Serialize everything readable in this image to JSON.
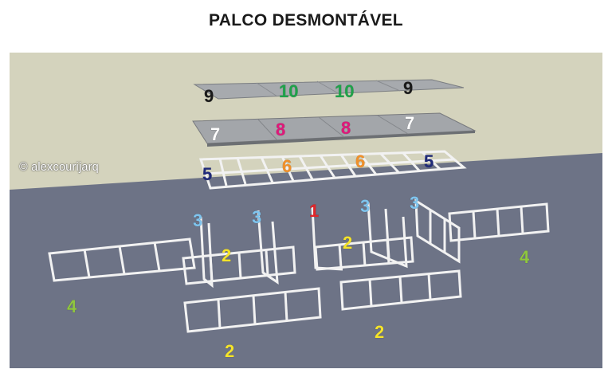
{
  "title": "PALCO DESMONTÁVEL",
  "watermark": "© alexcourijarq",
  "colors": {
    "wall": "#d4d3bd",
    "floor": "#6d7386",
    "platform": "#a5a8ac",
    "frame": "#f2f2f2"
  },
  "labels": [
    {
      "text": "9",
      "color": "#1a1a1a"
    },
    {
      "text": "10",
      "color": "#1fa24a"
    },
    {
      "text": "10",
      "color": "#1fa24a"
    },
    {
      "text": "9",
      "color": "#1a1a1a"
    },
    {
      "text": "7",
      "color": "#ffffff"
    },
    {
      "text": "8",
      "color": "#e0187a"
    },
    {
      "text": "8",
      "color": "#e0187a"
    },
    {
      "text": "7",
      "color": "#ffffff"
    },
    {
      "text": "5",
      "color": "#1f2a7a"
    },
    {
      "text": "6",
      "color": "#f0902a"
    },
    {
      "text": "6",
      "color": "#f0902a"
    },
    {
      "text": "5",
      "color": "#1f2a7a"
    },
    {
      "text": "3",
      "color": "#7fc4ee"
    },
    {
      "text": "3",
      "color": "#7fc4ee"
    },
    {
      "text": "1",
      "color": "#e2262a"
    },
    {
      "text": "3",
      "color": "#7fc4ee"
    },
    {
      "text": "3",
      "color": "#7fc4ee"
    },
    {
      "text": "2",
      "color": "#f5e42a"
    },
    {
      "text": "2",
      "color": "#f5e42a"
    },
    {
      "text": "4",
      "color": "#8fc63f"
    },
    {
      "text": "4",
      "color": "#8fc63f"
    },
    {
      "text": "2",
      "color": "#f5e42a"
    },
    {
      "text": "2",
      "color": "#f5e42a"
    }
  ]
}
